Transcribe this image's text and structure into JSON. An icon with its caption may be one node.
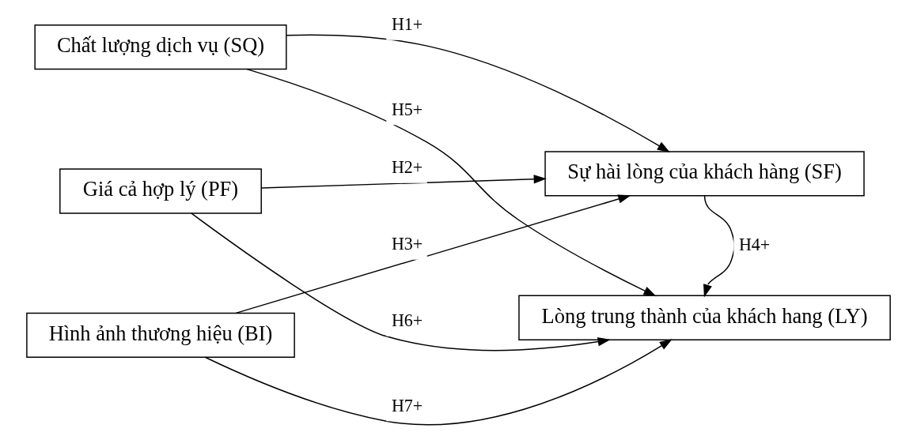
{
  "diagram": {
    "nodes": [
      {
        "text": [
          "Chất lượng dịch vụ (SQ)"
        ]
      },
      {
        "text": [
          "Giá cả hợp lý (PF)"
        ]
      },
      {
        "text": [
          "Hình ảnh thương hiệu (BI)"
        ]
      },
      {
        "text": [
          "Sự hài lòng của khách hàng (SF)"
        ]
      },
      {
        "text": [
          "Lòng trung thành của khách hang (LY)"
        ]
      }
    ],
    "edges": [
      {
        "from": 0,
        "to": 3,
        "arrow": "to",
        "label": "H1+"
      },
      {
        "from": 1,
        "to": 3,
        "arrow": "to",
        "label": "H2+"
      },
      {
        "from": 2,
        "to": 3,
        "arrow": "to",
        "label": "H3+"
      },
      {
        "from": 3,
        "to": 4,
        "arrow": "to",
        "label": "H4+"
      },
      {
        "from": 0,
        "to": 4,
        "arrow": "to",
        "label": "H5+"
      },
      {
        "from": 1,
        "to": 4,
        "arrow": "to",
        "label": "H6+"
      },
      {
        "from": 2,
        "to": 4,
        "arrow": "to",
        "label": "H7+"
      }
    ]
  }
}
